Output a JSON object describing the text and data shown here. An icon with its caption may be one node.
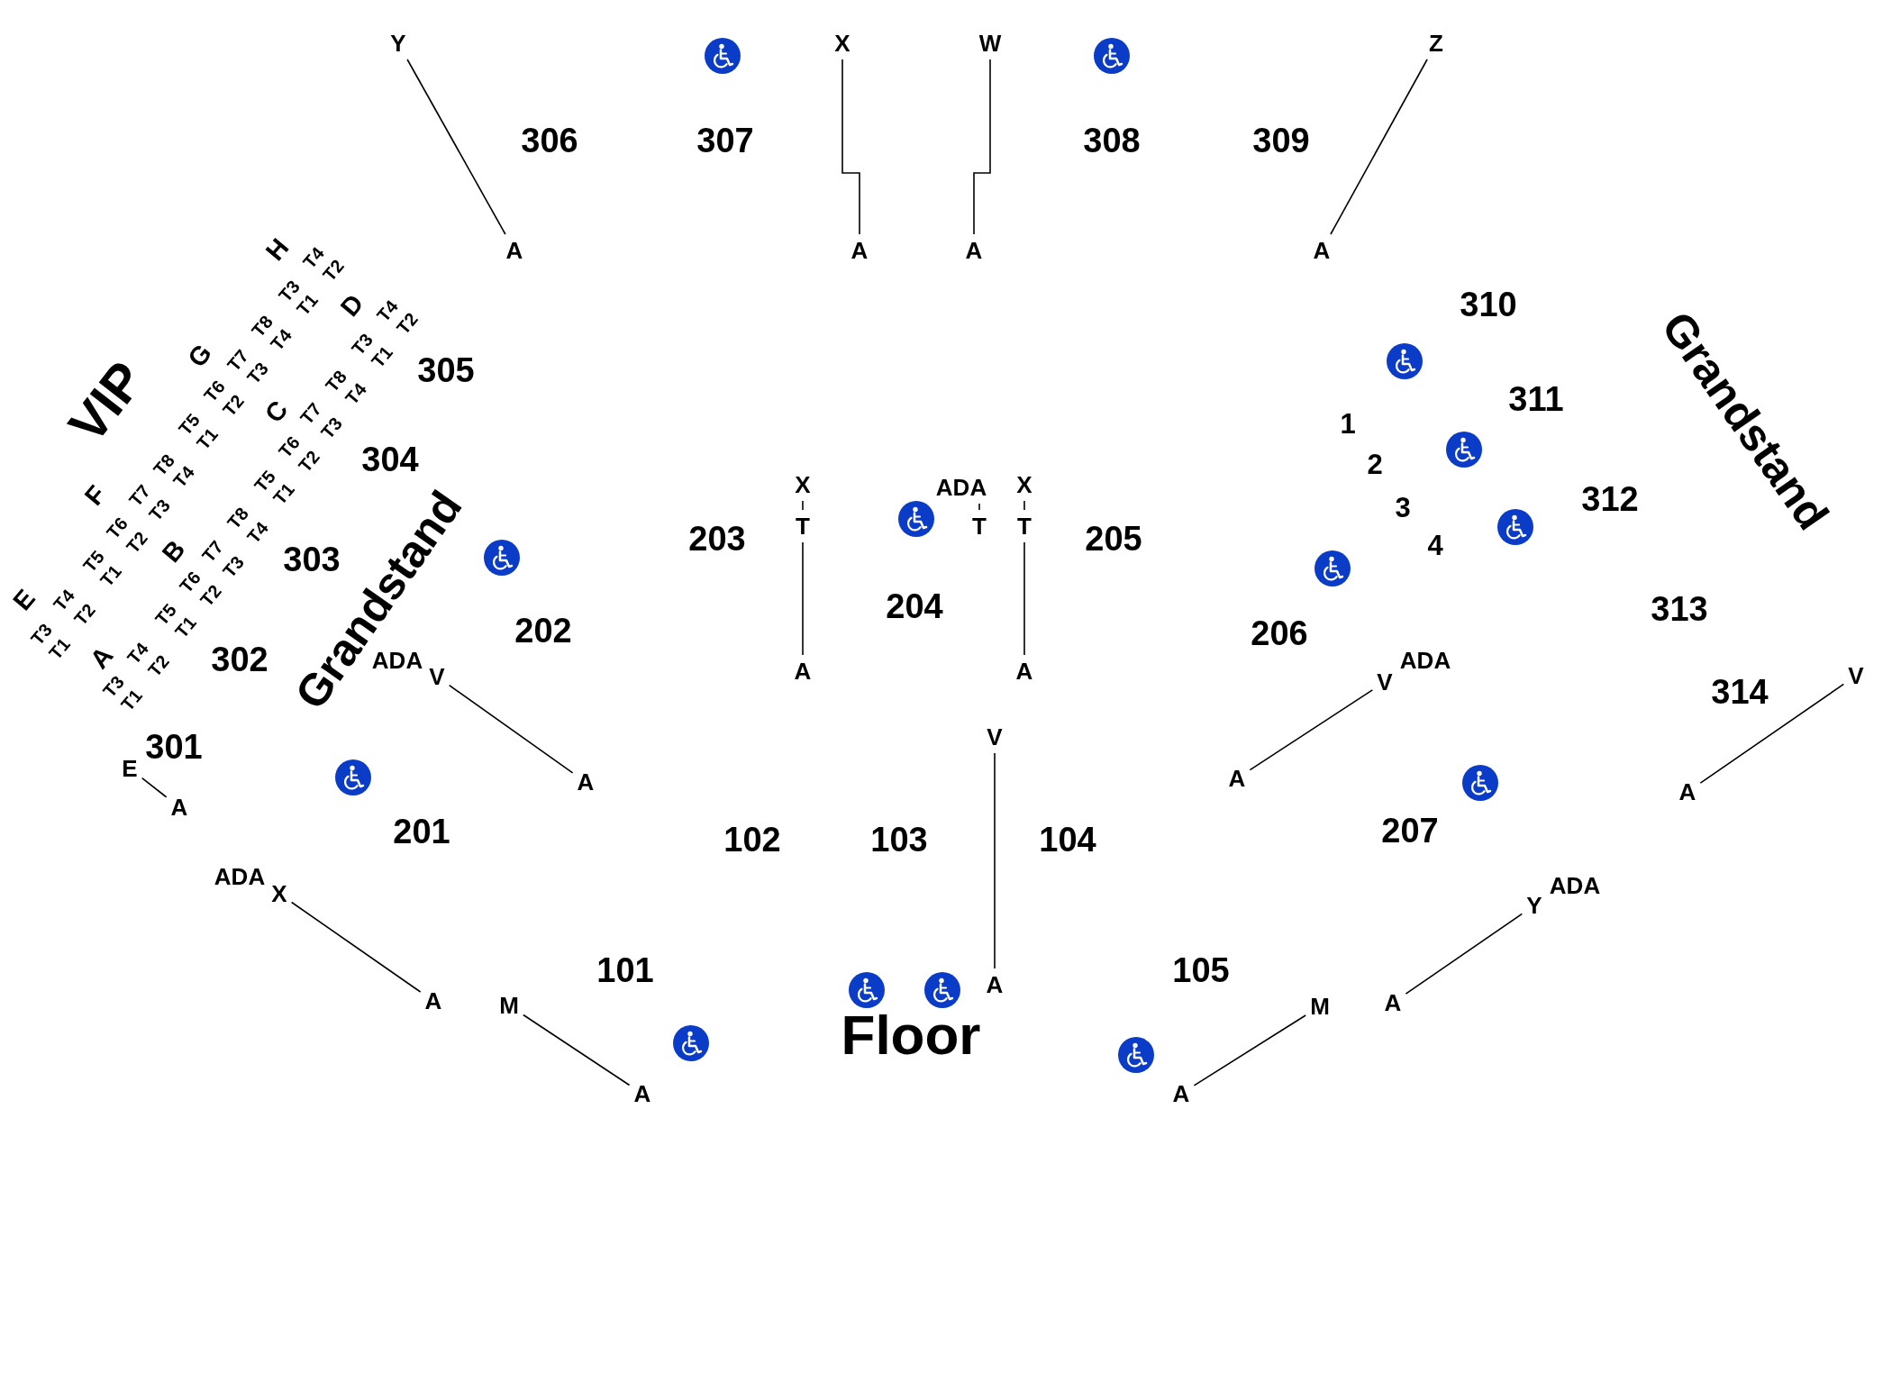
{
  "diagram": {
    "nodes": [
      {
        "text": [
          "Y"
        ]
      },
      {
        "text": [
          "A"
        ]
      },
      {
        "text": [
          "X"
        ]
      },
      {
        "text": [
          "A"
        ]
      },
      {
        "text": [
          "W"
        ]
      },
      {
        "text": [
          "A"
        ]
      },
      {
        "text": [
          "Z"
        ]
      },
      {
        "text": [
          "A"
        ]
      },
      {
        "text": [
          "X"
        ]
      },
      {
        "text": [
          "T"
        ]
      },
      {
        "text": [
          "A"
        ]
      },
      {
        "text": [
          "ADA"
        ]
      },
      {
        "text": [
          "T"
        ]
      },
      {
        "text": [
          "X"
        ]
      },
      {
        "text": [
          "T"
        ]
      },
      {
        "text": [
          "A"
        ]
      },
      {
        "text": [
          "V"
        ]
      },
      {
        "text": [
          "A"
        ]
      },
      {
        "text": [
          "E"
        ]
      },
      {
        "text": [
          "A"
        ]
      },
      {
        "text": [
          "X"
        ]
      },
      {
        "text": [
          "A"
        ]
      },
      {
        "text": [
          "M"
        ]
      },
      {
        "text": [
          "A"
        ]
      },
      {
        "text": [
          "V"
        ]
      },
      {
        "text": [
          "A"
        ]
      },
      {
        "text": [
          "V"
        ]
      },
      {
        "text": [
          "A"
        ]
      },
      {
        "text": [
          "V"
        ]
      },
      {
        "text": [
          "A"
        ]
      },
      {
        "text": [
          "Y"
        ]
      },
      {
        "text": [
          "A"
        ]
      },
      {
        "text": [
          "M"
        ]
      },
      {
        "text": [
          "A"
        ]
      }
    ],
    "edges": [
      {
        "from": 0,
        "to": 1,
        "arrow": "none"
      },
      {
        "from": 2,
        "to": 3,
        "arrow": "none"
      },
      {
        "from": 4,
        "to": 5,
        "arrow": "none"
      },
      {
        "from": 6,
        "to": 7,
        "arrow": "none"
      },
      {
        "from": 8,
        "to": 9,
        "arrow": "none"
      },
      {
        "from": 9,
        "to": 10,
        "arrow": "none"
      },
      {
        "from": 11,
        "to": 12,
        "arrow": "none"
      },
      {
        "from": 13,
        "to": 14,
        "arrow": "none"
      },
      {
        "from": 14,
        "to": 15,
        "arrow": "none"
      },
      {
        "from": 16,
        "to": 17,
        "arrow": "none"
      },
      {
        "from": 18,
        "to": 19,
        "arrow": "none"
      },
      {
        "from": 20,
        "to": 21,
        "arrow": "none"
      },
      {
        "from": 22,
        "to": 23,
        "arrow": "none"
      },
      {
        "from": 24,
        "to": 25,
        "arrow": "none"
      },
      {
        "from": 26,
        "to": 27,
        "arrow": "none"
      },
      {
        "from": 28,
        "to": 29,
        "arrow": "none"
      },
      {
        "from": 30,
        "to": 31,
        "arrow": "none"
      },
      {
        "from": 32,
        "to": 33,
        "arrow": "none"
      }
    ],
    "labels": [
      "306",
      "307",
      "308",
      "309",
      "H",
      "T4",
      "T2",
      "T3",
      "T1",
      "310",
      "D",
      "T4",
      "T2",
      "T8",
      "T4",
      "T3",
      "T1",
      "G",
      "T7",
      "T3",
      "305",
      "T8",
      "T4",
      "T6",
      "T2",
      "311",
      "VIP",
      "C",
      "T7",
      "Grandstand",
      "1",
      "T3",
      "T5",
      "T1",
      "T6",
      "304",
      "T2",
      "2",
      "T8",
      "T4",
      "T5",
      "T1",
      "F",
      "T7",
      "312",
      "3",
      "T3",
      "T8",
      "T6",
      "T4",
      "203",
      "205",
      "T2",
      "4",
      "B",
      "T7",
      "303",
      "T5",
      "T3",
      "T1",
      "T6",
      "T2",
      "E",
      "T4",
      "Grandstand",
      "204",
      "313",
      "T2",
      "T5",
      "T1",
      "202",
      "206",
      "T3",
      "T1",
      "T4",
      "A",
      "302",
      "ADA",
      "ADA",
      "T2",
      "T3",
      "314",
      "T1",
      "301",
      "201",
      "207",
      "102",
      "103",
      "104",
      "ADA",
      "ADA",
      "101",
      "105",
      "Floor"
    ]
  }
}
